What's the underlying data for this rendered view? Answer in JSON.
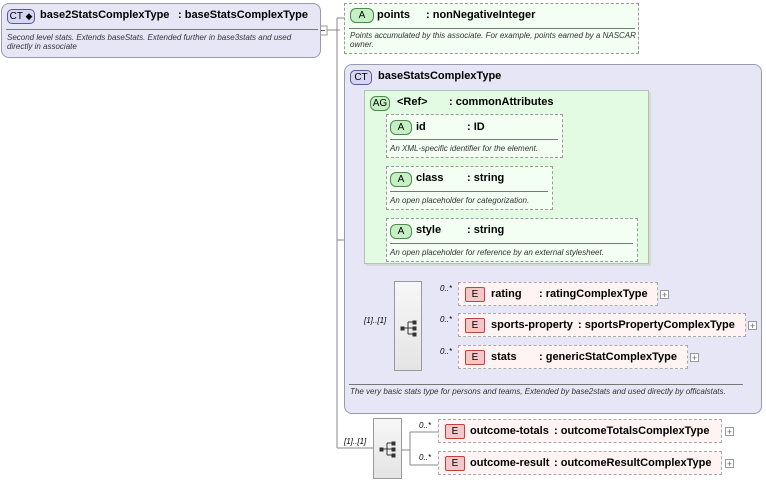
{
  "root": {
    "badge": "CT",
    "name": "base2StatsComplexType",
    "type": ": baseStatsComplexType",
    "doc": "Second level stats. Extends baseStats. Extended further in base3stats and used directly in associate"
  },
  "points_attr": {
    "badge": "A",
    "name": "points",
    "type": ": nonNegativeInteger",
    "doc": "Points accumulated by this associate. For example, points earned by a NASCAR owner."
  },
  "base_type": {
    "badge": "CT",
    "name": "baseStatsComplexType",
    "doc": "The very basic stats type for persons and teams, Extended by base2stats and used directly by officalstats."
  },
  "attr_group": {
    "badge": "AG",
    "name": "<Ref>",
    "type": ": commonAttributes",
    "attrs": [
      {
        "badge": "A",
        "name": "id",
        "type": ": ID",
        "doc": "An XML-specific identifier for the element."
      },
      {
        "badge": "A",
        "name": "class",
        "type": ": string",
        "doc": "An open placeholder for categorization."
      },
      {
        "badge": "A",
        "name": "style",
        "type": ": string",
        "doc": "An open placeholder for reference by an external stylesheet."
      }
    ]
  },
  "inner_sequence": {
    "multiplicity": "[1]..[1]",
    "elements": [
      {
        "badge": "E",
        "occ": "0..*",
        "name": "rating",
        "type": ": ratingComplexType",
        "expand": "+"
      },
      {
        "badge": "E",
        "occ": "0..*",
        "name": "sports-property",
        "type": ": sportsPropertyComplexType",
        "expand": "+"
      },
      {
        "badge": "E",
        "occ": "0..*",
        "name": "stats",
        "type": ": genericStatComplexType",
        "expand": "+"
      }
    ]
  },
  "outer_sequence": {
    "multiplicity": "[1]..[1]",
    "elements": [
      {
        "badge": "E",
        "occ": "0..*",
        "name": "outcome-totals",
        "type": ": outcomeTotalsComplexType",
        "expand": "+"
      },
      {
        "badge": "E",
        "occ": "0..*",
        "name": "outcome-result",
        "type": ": outcomeResultComplexType",
        "expand": "+"
      }
    ]
  },
  "colors": {
    "complex_type_bg": "#e6e6f7",
    "attribute_bg": "#f2fff2",
    "element_bg": "#fff3f3"
  }
}
